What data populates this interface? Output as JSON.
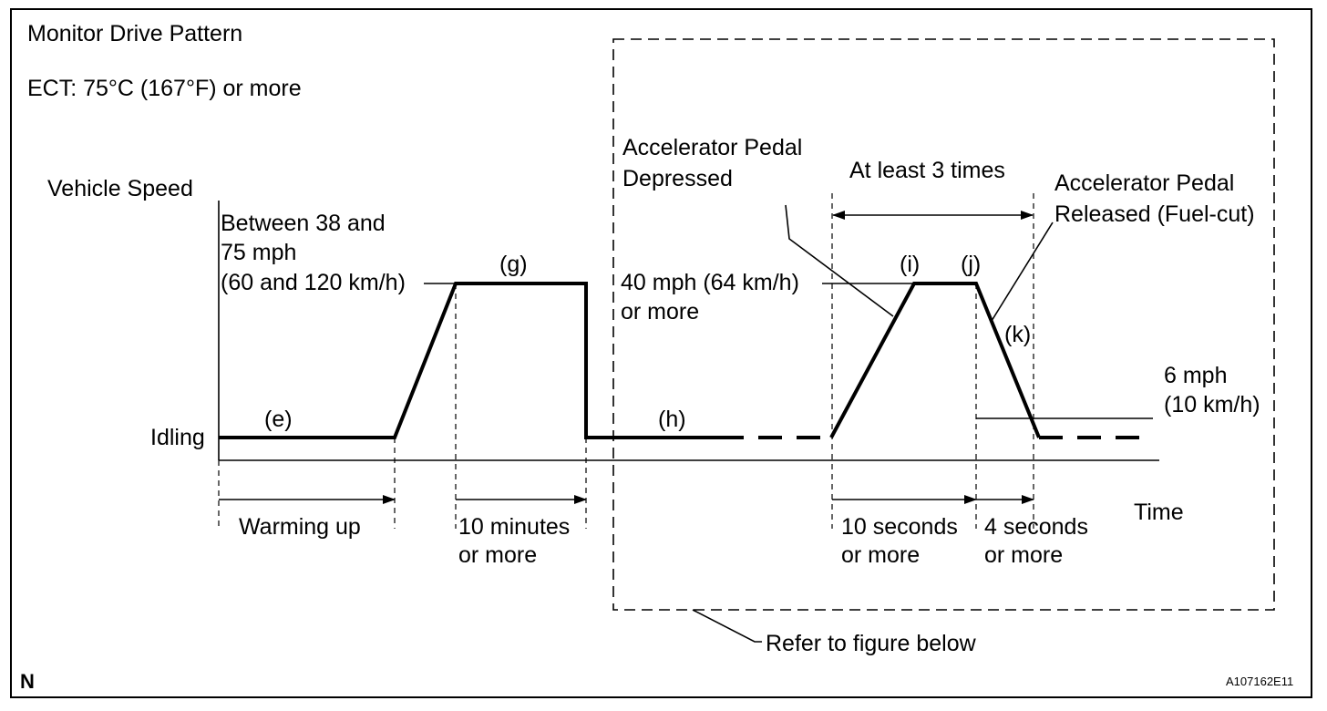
{
  "title": "Monitor Drive Pattern",
  "condition": "ECT: 75°C (167°F) or more",
  "axes": {
    "y_label": "Vehicle Speed",
    "x_label": "Time",
    "idle_label": "Idling"
  },
  "speed_labels": {
    "high_speed": [
      "Between 38 and",
      "75 mph",
      "(60 and 120 km/h)"
    ],
    "mid_speed": [
      "40 mph (64 km/h)",
      "or more"
    ],
    "low_speed": [
      "6 mph",
      "(10 km/h)"
    ]
  },
  "phases": {
    "e": "(e)",
    "g": "(g)",
    "h": "(h)",
    "i": "(i)",
    "j": "(j)",
    "k": "(k)"
  },
  "durations": {
    "warming": "Warming up",
    "ten_minutes": [
      "10 minutes",
      "or more"
    ],
    "ten_seconds": [
      "10 seconds",
      "or more"
    ],
    "four_seconds": [
      "4 seconds",
      "or more"
    ]
  },
  "annotations": {
    "pedal_depressed": [
      "Accelerator Pedal",
      "Depressed"
    ],
    "pedal_released": [
      "Accelerator Pedal",
      "Released (Fuel-cut)"
    ],
    "repeat": "At least 3 times",
    "refer": "Refer to figure below"
  },
  "corner_mark": "N",
  "figure_id": "A107162E11"
}
